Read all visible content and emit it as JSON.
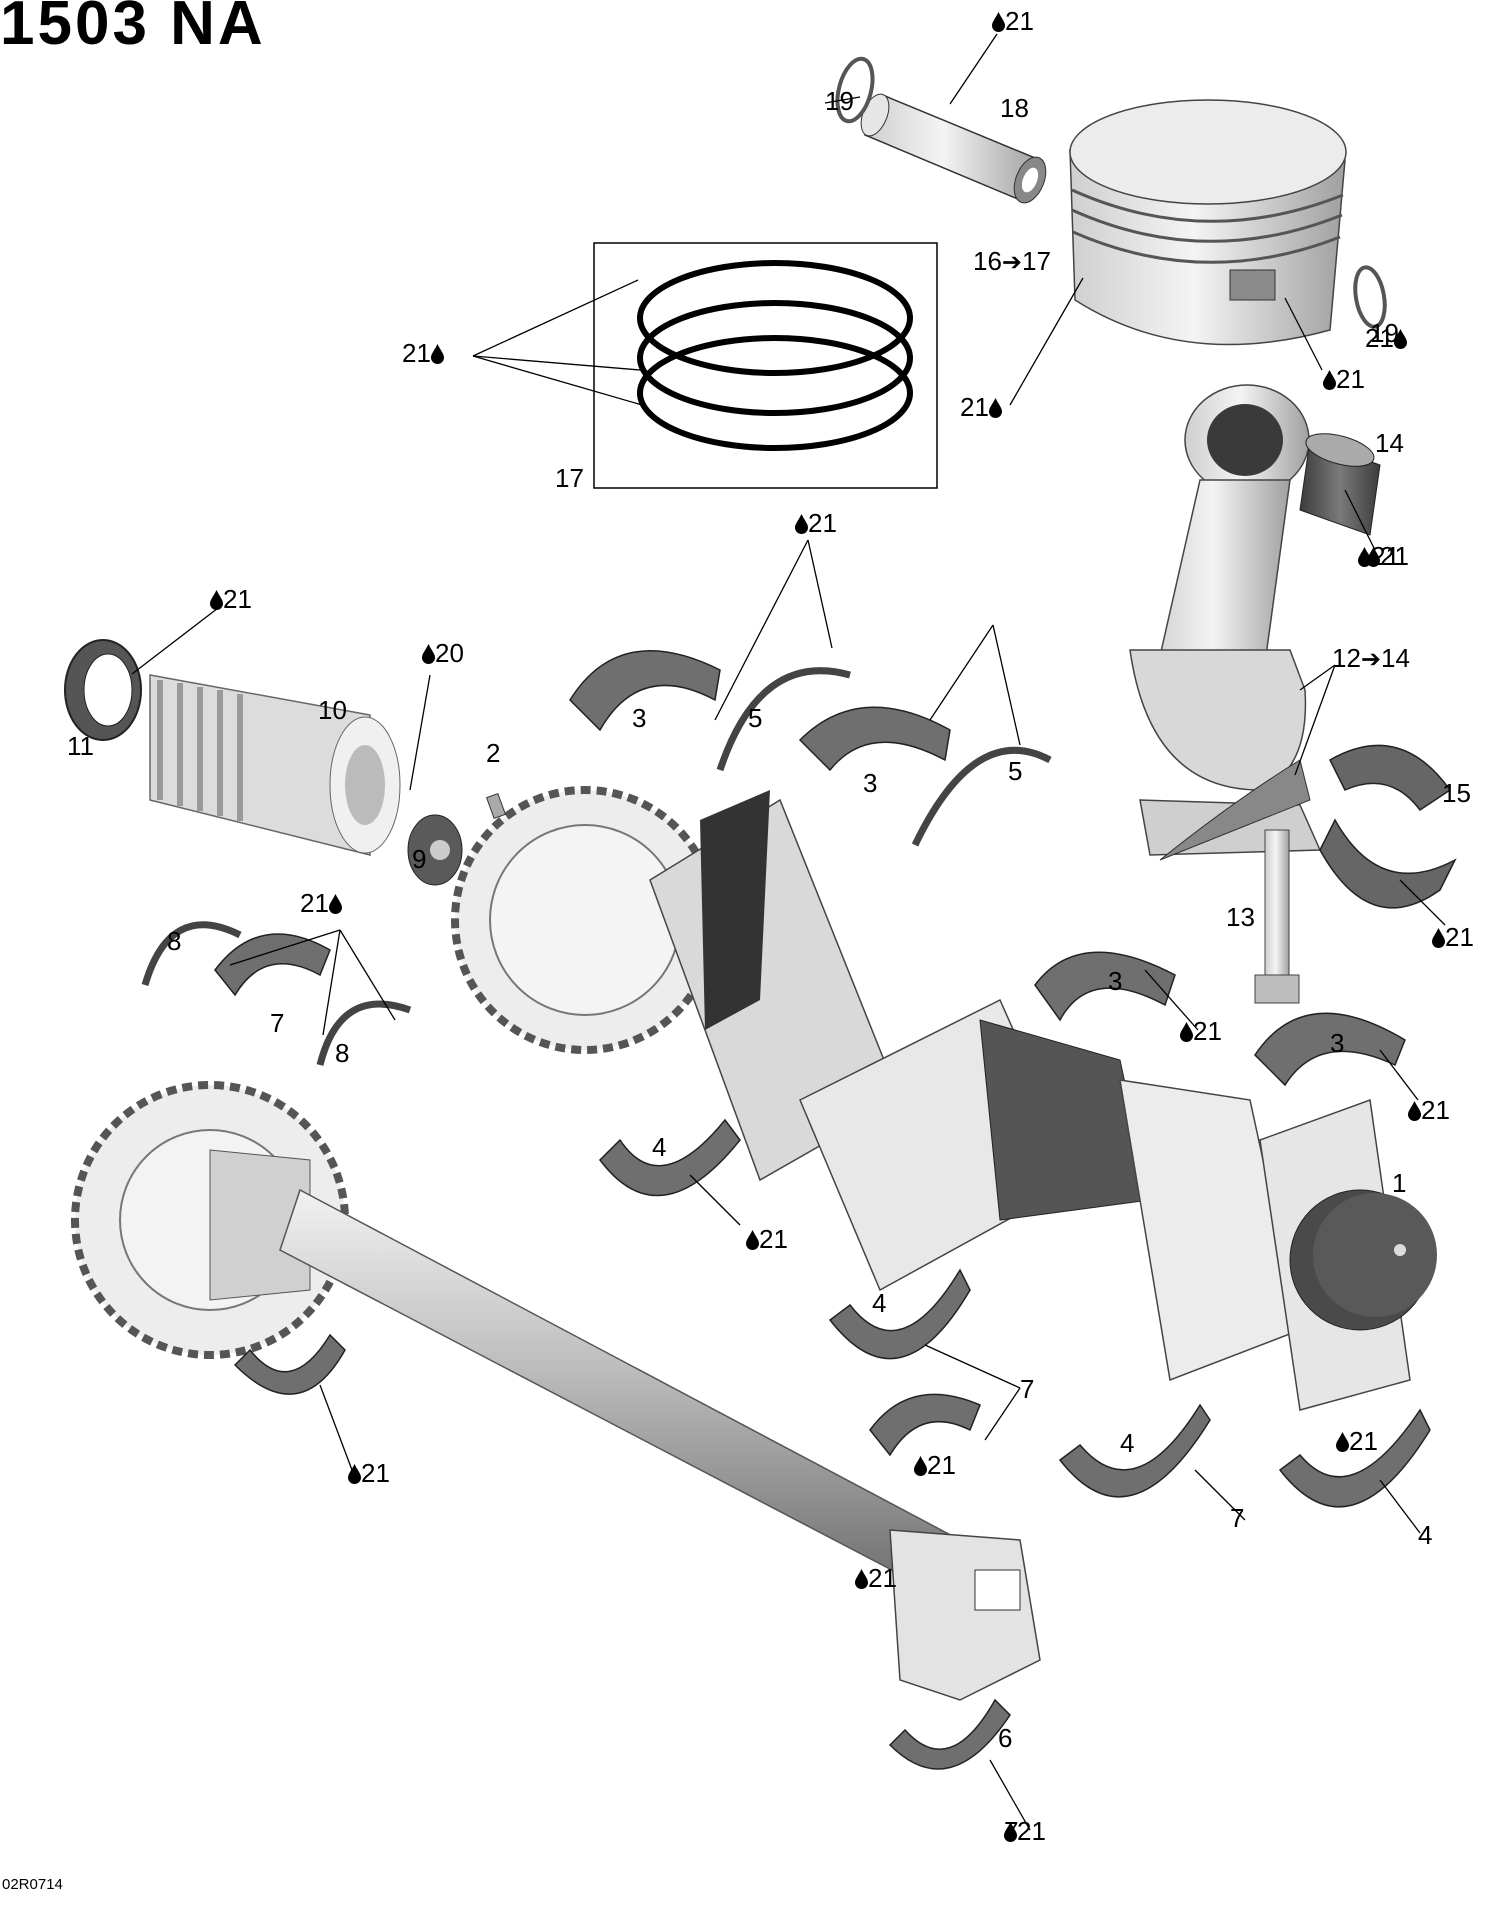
{
  "title": "1503 NA",
  "drawing_code": "02R0714",
  "drop_icon": "oil-drop-icon",
  "arrow_symbol": "➔",
  "callouts": [
    {
      "num": "21",
      "drop": "before"
    },
    {
      "num": "19"
    },
    {
      "num": "18"
    },
    {
      "num": "16",
      "to": "17"
    },
    {
      "num": "21",
      "drop": "after"
    },
    {
      "num": "19"
    },
    {
      "num": "21",
      "drop": "before"
    },
    {
      "num": "21",
      "drop": "after"
    },
    {
      "num": "21",
      "drop": "after"
    },
    {
      "num": "17"
    },
    {
      "num": "14"
    },
    {
      "num": "21",
      "drop": "before"
    },
    {
      "num": "21",
      "drop": "before"
    },
    {
      "num": "21",
      "drop": "before"
    },
    {
      "num": "21",
      "drop": "before"
    },
    {
      "num": "20",
      "drop": "before"
    },
    {
      "num": "12",
      "to": "14"
    },
    {
      "num": "10"
    },
    {
      "num": "11"
    },
    {
      "num": "3"
    },
    {
      "num": "5"
    },
    {
      "num": "3"
    },
    {
      "num": "5"
    },
    {
      "num": "2"
    },
    {
      "num": "15"
    },
    {
      "num": "9"
    },
    {
      "num": "21",
      "drop": "after"
    },
    {
      "num": "13"
    },
    {
      "num": "21",
      "drop": "before"
    },
    {
      "num": "8"
    },
    {
      "num": "7"
    },
    {
      "num": "8"
    },
    {
      "num": "3"
    },
    {
      "num": "21",
      "drop": "before"
    },
    {
      "num": "3"
    },
    {
      "num": "21",
      "drop": "before"
    },
    {
      "num": "4"
    },
    {
      "num": "1"
    },
    {
      "num": "21",
      "drop": "before"
    },
    {
      "num": "4"
    },
    {
      "num": "7"
    },
    {
      "num": "21",
      "drop": "before"
    },
    {
      "num": "4"
    },
    {
      "num": "7"
    },
    {
      "num": "21",
      "drop": "before"
    },
    {
      "num": "4"
    },
    {
      "num": "21",
      "drop": "before"
    },
    {
      "num": "21",
      "drop": "before"
    },
    {
      "num": "6"
    },
    {
      "num": "7"
    },
    {
      "num": "21",
      "drop": "before"
    }
  ]
}
